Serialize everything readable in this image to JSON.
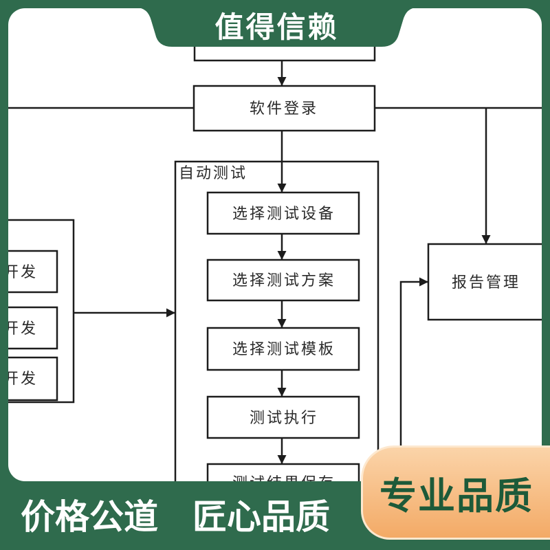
{
  "banner": {
    "top": "值得信赖",
    "tagline": [
      "价格公道",
      "匠心品质"
    ],
    "badge": "专业品质"
  },
  "colors": {
    "frame_green": "#2f6b4d",
    "badge_top": "#fbd4a9",
    "badge_bottom": "#f3aa66",
    "badge_text": "#1d5a39",
    "line": "#1c1c1c"
  },
  "diagram": {
    "login": "软件登录",
    "auto_test": {
      "label": "自动测试",
      "steps": [
        "选择测试设备",
        "选择测试方案",
        "选择测试模板",
        "测试执行",
        "测试结果保存"
      ]
    },
    "report": "报告管理",
    "left_group": {
      "items": [
        "开发",
        "开发",
        "开发"
      ]
    }
  }
}
